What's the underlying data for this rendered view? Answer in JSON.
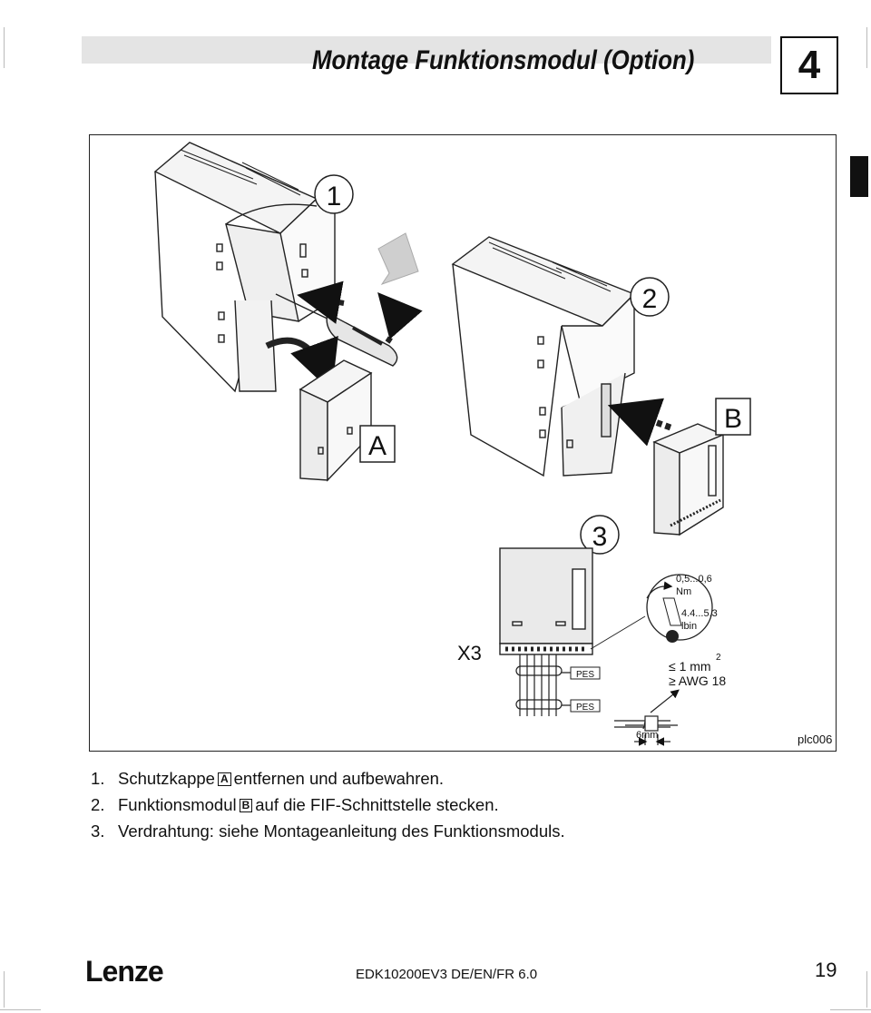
{
  "header": {
    "title": "Montage Funktionsmodul (Option)",
    "chapter": "4"
  },
  "figure": {
    "step_numbers": [
      "1",
      "2",
      "3"
    ],
    "label_a": "A",
    "label_b": "B",
    "connector_label": "X3",
    "torque_nm": "0,5...0,6",
    "torque_nm_unit": "Nm",
    "torque_lbin": "4.4...5.3",
    "torque_lbin_unit": "lbin",
    "wire_max": "≤ 1 mm",
    "wire_max_exp": "2",
    "wire_awg": "≥ AWG 18",
    "pes_label": "PES",
    "strip_length": "6mm",
    "figure_id": "plc006"
  },
  "steps": [
    {
      "num": "1.",
      "before": "Schutzkappe",
      "key": "A",
      "after": "entfernen und aufbewahren."
    },
    {
      "num": "2.",
      "before": "Funktionsmodul",
      "key": "B",
      "after": "auf die FIF-Schnittstelle stecken."
    },
    {
      "num": "3.",
      "before": "Verdrahtung: siehe Montageanleitung des Funktionsmoduls.",
      "key": "",
      "after": ""
    }
  ],
  "footer": {
    "logo": "Lenze",
    "doc_id": "EDK10200EV3 DE/EN/FR 6.0",
    "page": "19"
  }
}
